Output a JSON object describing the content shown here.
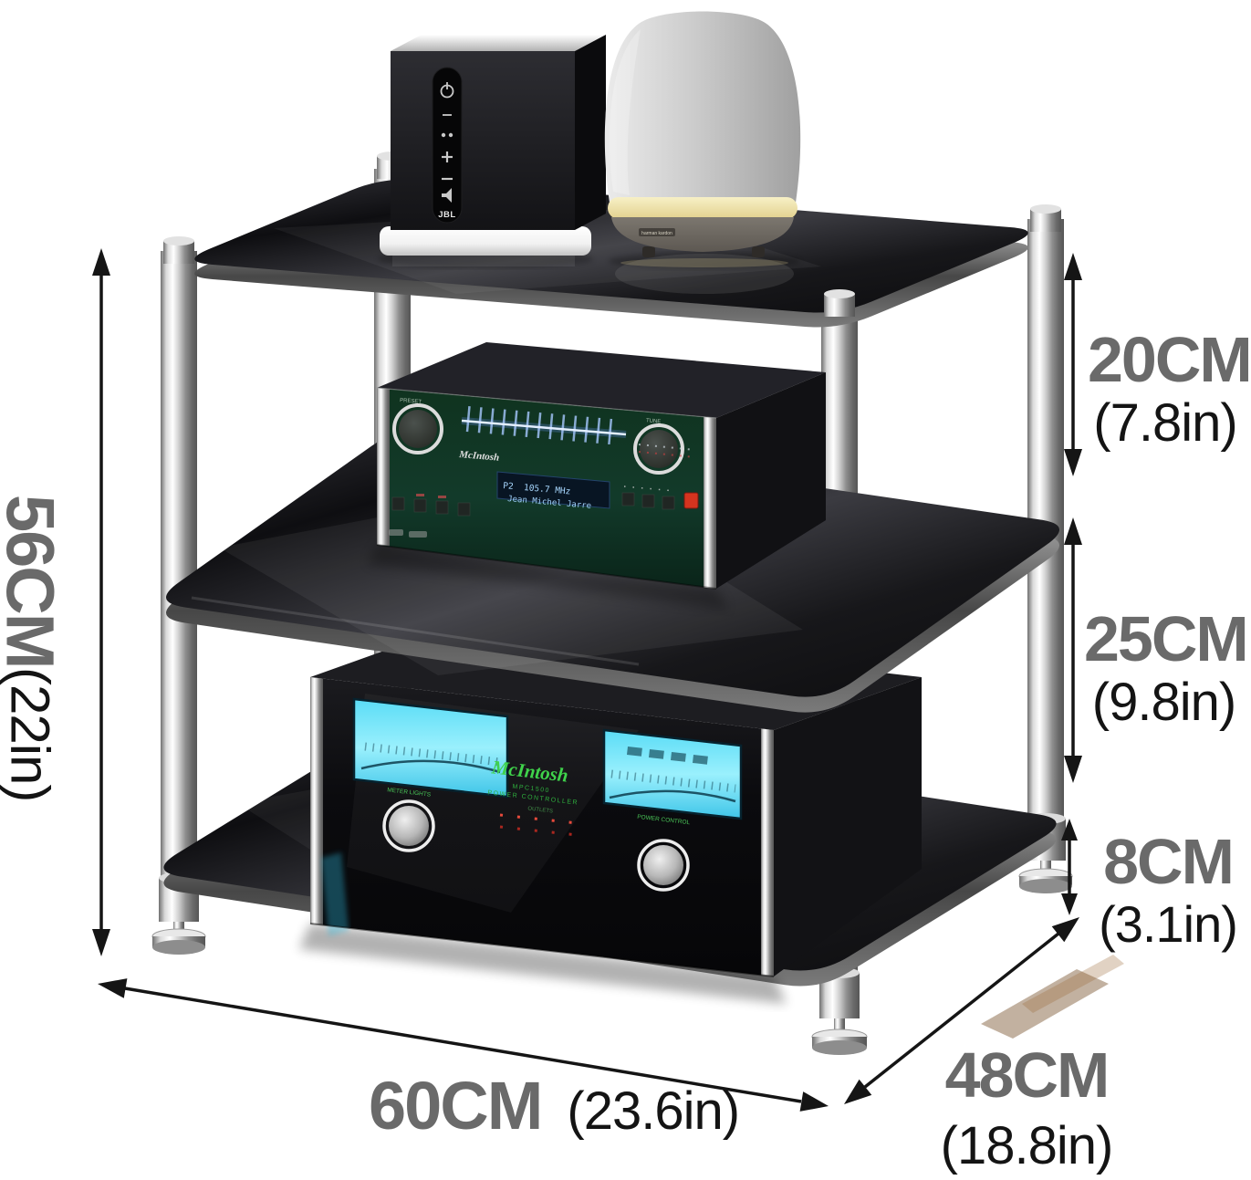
{
  "annotations": {
    "height": {
      "metric": "56CM",
      "imperial": "(22in)"
    },
    "shelf_gap_top": {
      "metric": "20CM",
      "imperial": "(7.8in)"
    },
    "shelf_gap_middle": {
      "metric": "25CM",
      "imperial": "(9.8in)"
    },
    "ground_clearance": {
      "metric": "8CM",
      "imperial": "(3.1in)"
    },
    "width": {
      "metric": "60CM",
      "imperial": "(23.6in)"
    },
    "depth": {
      "metric": "48CM",
      "imperial": "(18.8in)"
    }
  },
  "equipment": {
    "tuner": {
      "brand": "McIntosh",
      "left_knob_label": "PRESET",
      "right_knob_label": "TUNE",
      "display_line1": "P2  105.7 MHz",
      "display_line2": "Jean Michel Jarre"
    },
    "power_controller": {
      "brand": "McIntosh",
      "model": "MPC1500",
      "type_label": "POWER CONTROLLER",
      "left_knob_label": "METER LIGHTS",
      "right_knob_label": "POWER CONTROL",
      "outlets_label": "OUTLETS"
    },
    "cube_speaker": {
      "brand": "JBL"
    },
    "dome_speaker": {
      "brand": "harman kardon"
    }
  },
  "style": {
    "annotation_metric_color": "#6a6a6a",
    "annotation_imperial_color": "#141414",
    "glass_color": "#141417",
    "vu_meter_color": "#5bdcf6",
    "mcintosh_green": "#3fd24b",
    "power_button_red": "#d5341f",
    "accent_band_yellow": "#eadb9b"
  }
}
